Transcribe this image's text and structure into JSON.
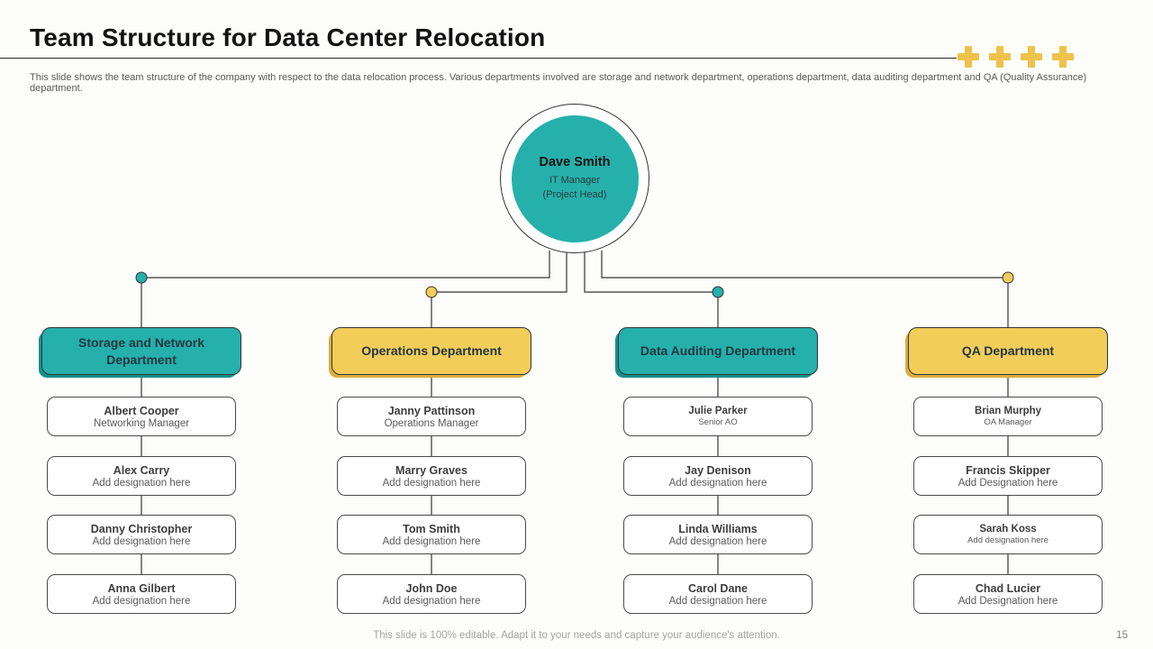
{
  "slide": {
    "title": "Team Structure for Data Center Relocation",
    "subtitle": "This slide shows the team structure of the company with respect to the data relocation process. Various departments involved are storage and network department, operations department, data auditing department and QA (Quality Assurance) department.",
    "footer": "This slide is 100% editable. Adapt it to your needs and capture your audience's attention.",
    "page_number": "15"
  },
  "root": {
    "name": "Dave Smith",
    "role_line1": "IT Manager",
    "role_line2": "(Project Head)"
  },
  "departments": [
    {
      "name": "Storage and Network Department",
      "color": "teal",
      "members": [
        {
          "name": "Albert Cooper",
          "designation": "Networking Manager"
        },
        {
          "name": "Alex Carry",
          "designation": "Add designation here"
        },
        {
          "name": "Danny Christopher",
          "designation": "Add designation here"
        },
        {
          "name": "Anna Gilbert",
          "designation": "Add designation here"
        }
      ]
    },
    {
      "name": "Operations Department",
      "color": "yellow",
      "members": [
        {
          "name": "Janny Pattinson",
          "designation": "Operations Manager"
        },
        {
          "name": "Marry Graves",
          "designation": "Add designation here"
        },
        {
          "name": "Tom Smith",
          "designation": "Add designation here"
        },
        {
          "name": "John Doe",
          "designation": "Add designation here"
        }
      ]
    },
    {
      "name": "Data Auditing Department",
      "color": "teal",
      "members": [
        {
          "name": "Julie Parker",
          "designation": "Senior AO"
        },
        {
          "name": "Jay Denison",
          "designation": "Add designation here"
        },
        {
          "name": "Linda Williams",
          "designation": "Add designation here"
        },
        {
          "name": "Carol Dane",
          "designation": "Add designation here"
        }
      ]
    },
    {
      "name": "QA Department",
      "color": "yellow",
      "members": [
        {
          "name": "Brian Murphy",
          "designation": "OA Manager"
        },
        {
          "name": "Francis Skipper",
          "designation": "Add Designation here"
        },
        {
          "name": "Sarah Koss",
          "designation": "Add designation here"
        },
        {
          "name": "Chad Lucier",
          "designation": "Add Designation here"
        }
      ]
    }
  ],
  "colors": {
    "teal": "#25b0ab",
    "yellow": "#f2cd5a",
    "connector_line": "#333333",
    "plus_icon": "#eec24b"
  }
}
